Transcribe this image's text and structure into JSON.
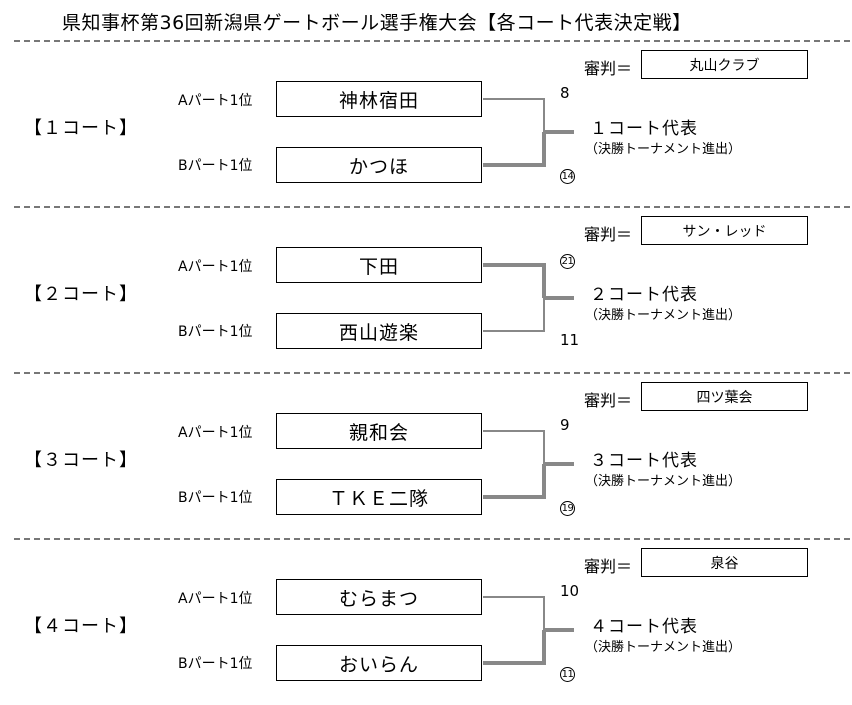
{
  "title": "県知事杯第36回新潟県ゲートボール選手権大会【各コート代表決定戦】",
  "referee_label": "審判＝",
  "courts": [
    {
      "label": "【１コート】",
      "part_a": "Aパート1位",
      "part_b": "Bパート1位",
      "team_a": "神林宿田",
      "team_b": "かつほ",
      "score_a": "8",
      "score_b": "14",
      "score_a_circled": false,
      "score_b_circled": true,
      "referee": "丸山クラブ",
      "rep_title": "１コート代表",
      "rep_sub": "（決勝トーナメント進出）",
      "winner": "b"
    },
    {
      "label": "【２コート】",
      "part_a": "Aパート1位",
      "part_b": "Bパート1位",
      "team_a": "下田",
      "team_b": "西山遊楽",
      "score_a": "21",
      "score_b": "11",
      "score_a_circled": true,
      "score_b_circled": false,
      "referee": "サン・レッド",
      "rep_title": "２コート代表",
      "rep_sub": "（決勝トーナメント進出）",
      "winner": "a"
    },
    {
      "label": "【３コート】",
      "part_a": "Aパート1位",
      "part_b": "Bパート1位",
      "team_a": "親和会",
      "team_b": "ＴＫＥ二隊",
      "score_a": "9",
      "score_b": "19",
      "score_a_circled": false,
      "score_b_circled": true,
      "referee": "四ツ葉会",
      "rep_title": "３コート代表",
      "rep_sub": "（決勝トーナメント進出）",
      "winner": "b"
    },
    {
      "label": "【４コート】",
      "part_a": "Aパート1位",
      "part_b": "Bパート1位",
      "team_a": "むらまつ",
      "team_b": "おいらん",
      "score_a": "10",
      "score_b": "11",
      "score_a_circled": false,
      "score_b_circled": true,
      "referee": "泉谷",
      "rep_title": "４コート代表",
      "rep_sub": "（決勝トーナメント進出）",
      "winner": "b"
    }
  ]
}
